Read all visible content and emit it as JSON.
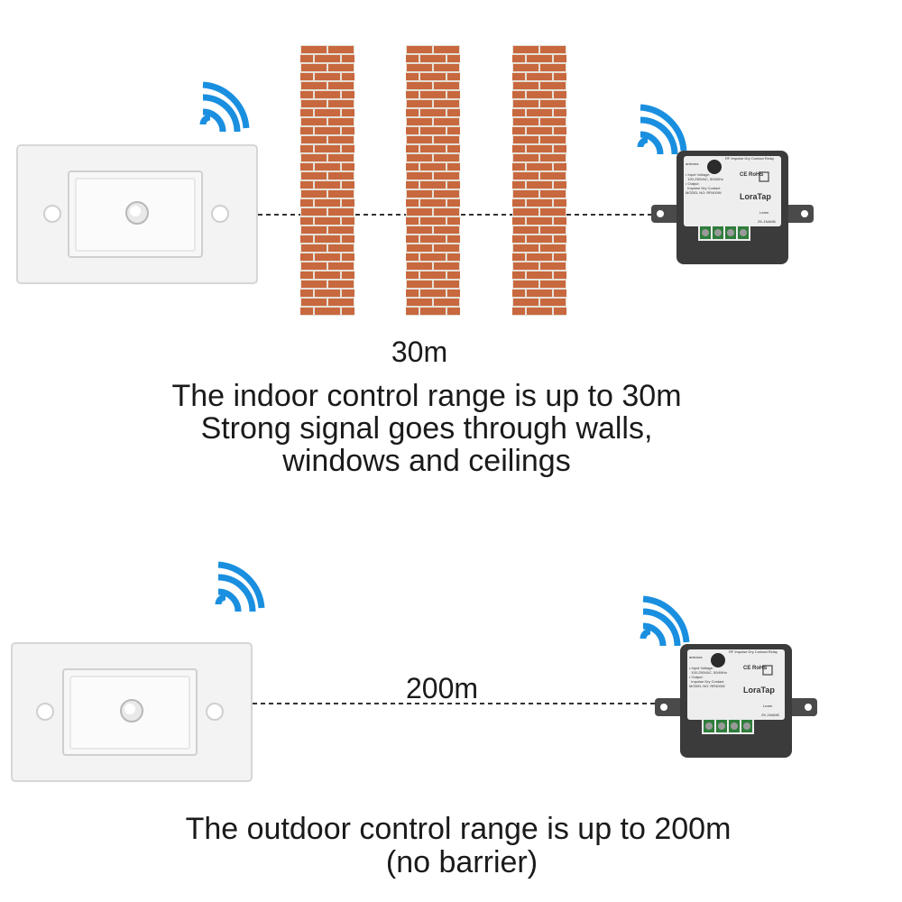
{
  "colors": {
    "signal": "#1a8fe0",
    "brick": "#c8683f",
    "mortar": "#e6e0d6",
    "relay_body": "#3b3b3b",
    "switch_plate": "#f4f4f4"
  },
  "icons": [
    "wifi-signal-icon",
    "wall-switch-icon",
    "relay-module-icon",
    "brick-wall-icon"
  ],
  "indoor": {
    "distance": "30m",
    "line1": "The indoor control range is up to 30m",
    "line2": "Strong signal goes through walls,",
    "line3": "windows and ceilings",
    "walls": 3
  },
  "outdoor": {
    "distance": "200m",
    "line1": "The outdoor control range is up to 200m",
    "line2": "(no barrier)"
  },
  "relay": {
    "brand": "LoraTap",
    "header": "RF Impulse Dry Contact Relay",
    "antenna_label": "antenna",
    "spec_lines": [
      "• Input Voltage:",
      "  100-250VAC, 50/60Hz",
      "• Output:",
      "  Impulse Dry Contact",
      "MODEL NO: RR400W"
    ],
    "cert": "CE RoHS",
    "learn_label": "Learn",
    "code": "ZK-1NAM6"
  }
}
